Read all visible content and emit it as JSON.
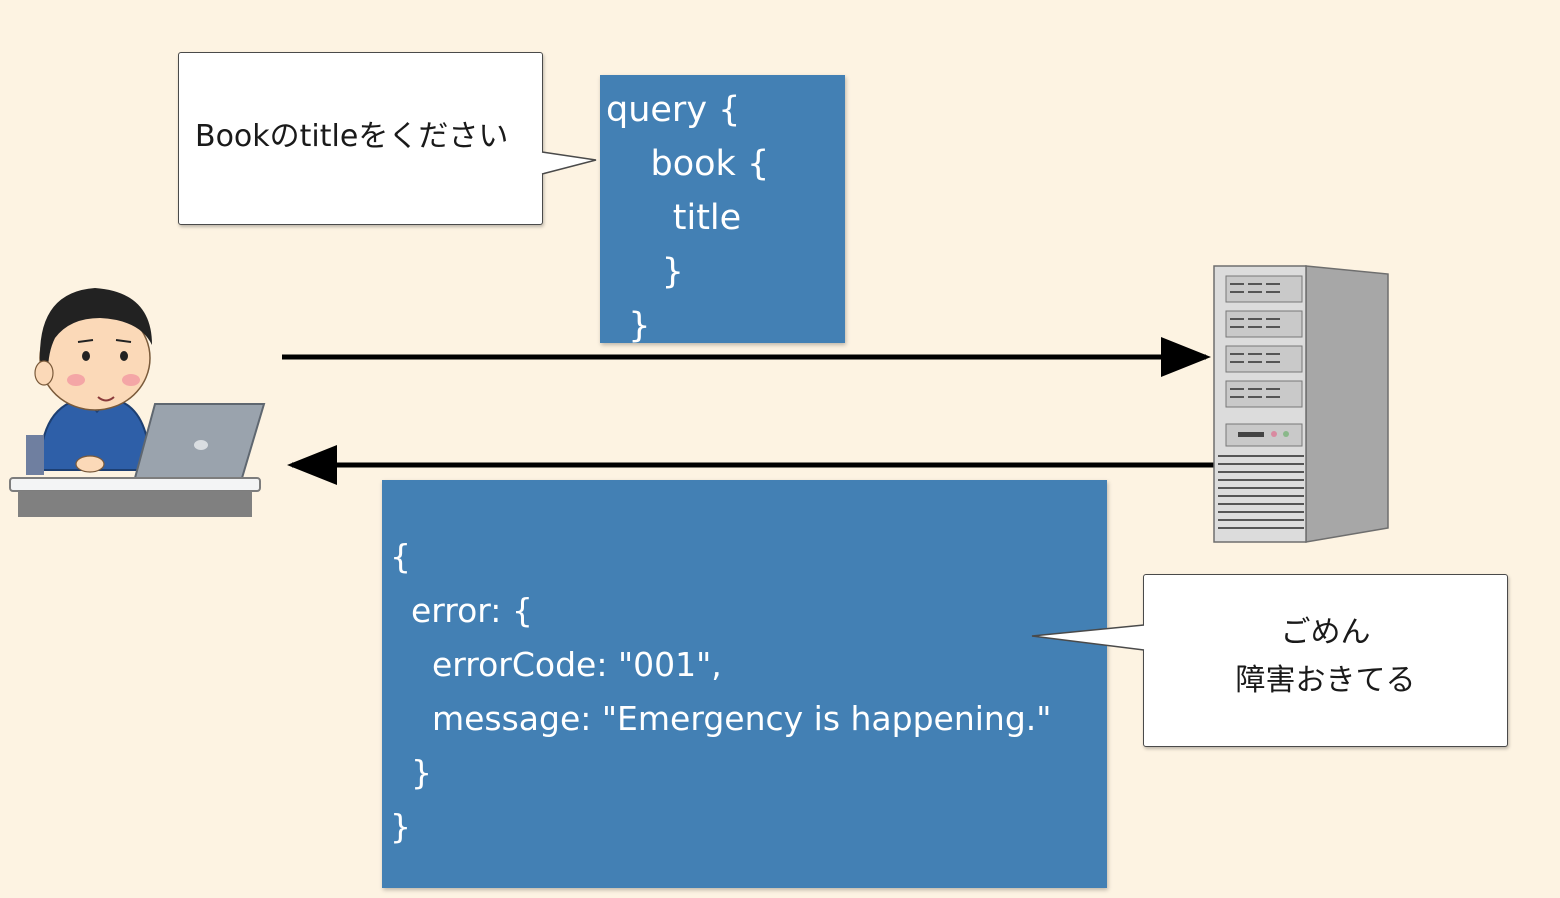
{
  "request_bubble": {
    "text": "Bookのtitleをください"
  },
  "query_box": {
    "lines": [
      "query {",
      "    book {",
      "      title",
      "     }",
      "  }"
    ]
  },
  "response_box": {
    "lines": [
      "{",
      "  error: {",
      "    errorCode: \"001\",",
      "    message: \"Emergency is happening.\"",
      "  }",
      "}"
    ]
  },
  "response_bubble": {
    "line1": "ごめん",
    "line2": "障害おきてる"
  },
  "colors": {
    "background": "#fdf3e2",
    "code_box": "#4380b4",
    "arrow": "#000000"
  },
  "icons": {
    "user": "person-at-laptop-icon",
    "server": "server-tower-icon"
  }
}
